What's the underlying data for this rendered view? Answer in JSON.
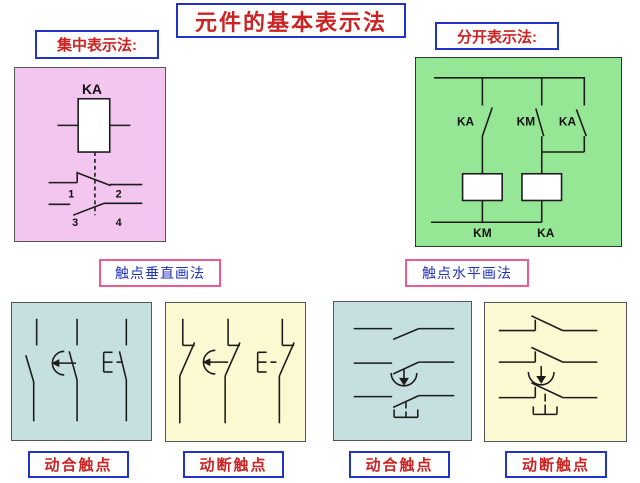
{
  "title": "元件的基本表示法",
  "section_labels": {
    "centralized": "集中表示法:",
    "separated": "分开表示法:"
  },
  "drawing_labels": {
    "vertical": "触点垂直画法",
    "horizontal": "触点水平画法"
  },
  "bottom_labels": {
    "no_left": "动合触点",
    "nc_left": "动断触点",
    "no_right": "动合触点",
    "nc_right": "动断触点"
  },
  "centralized_diagram": {
    "device_label": "KA",
    "terminals": [
      "1",
      "2",
      "3",
      "4"
    ]
  },
  "separated_diagram": {
    "contact_labels": [
      "KA",
      "KM",
      "KA"
    ],
    "coil_labels": [
      "KM",
      "KA"
    ]
  },
  "colors": {
    "title_red": "#cc2222",
    "label_blue_border": "#2233cc",
    "drawing_label_blue": "#2233bb",
    "drawing_label_pink_border": "#ee5a8a",
    "panel_pink": "#f2c6ee",
    "panel_green": "#95e795",
    "panel_teal": "#c6dfe1",
    "panel_yellow": "#fbf8d2"
  }
}
